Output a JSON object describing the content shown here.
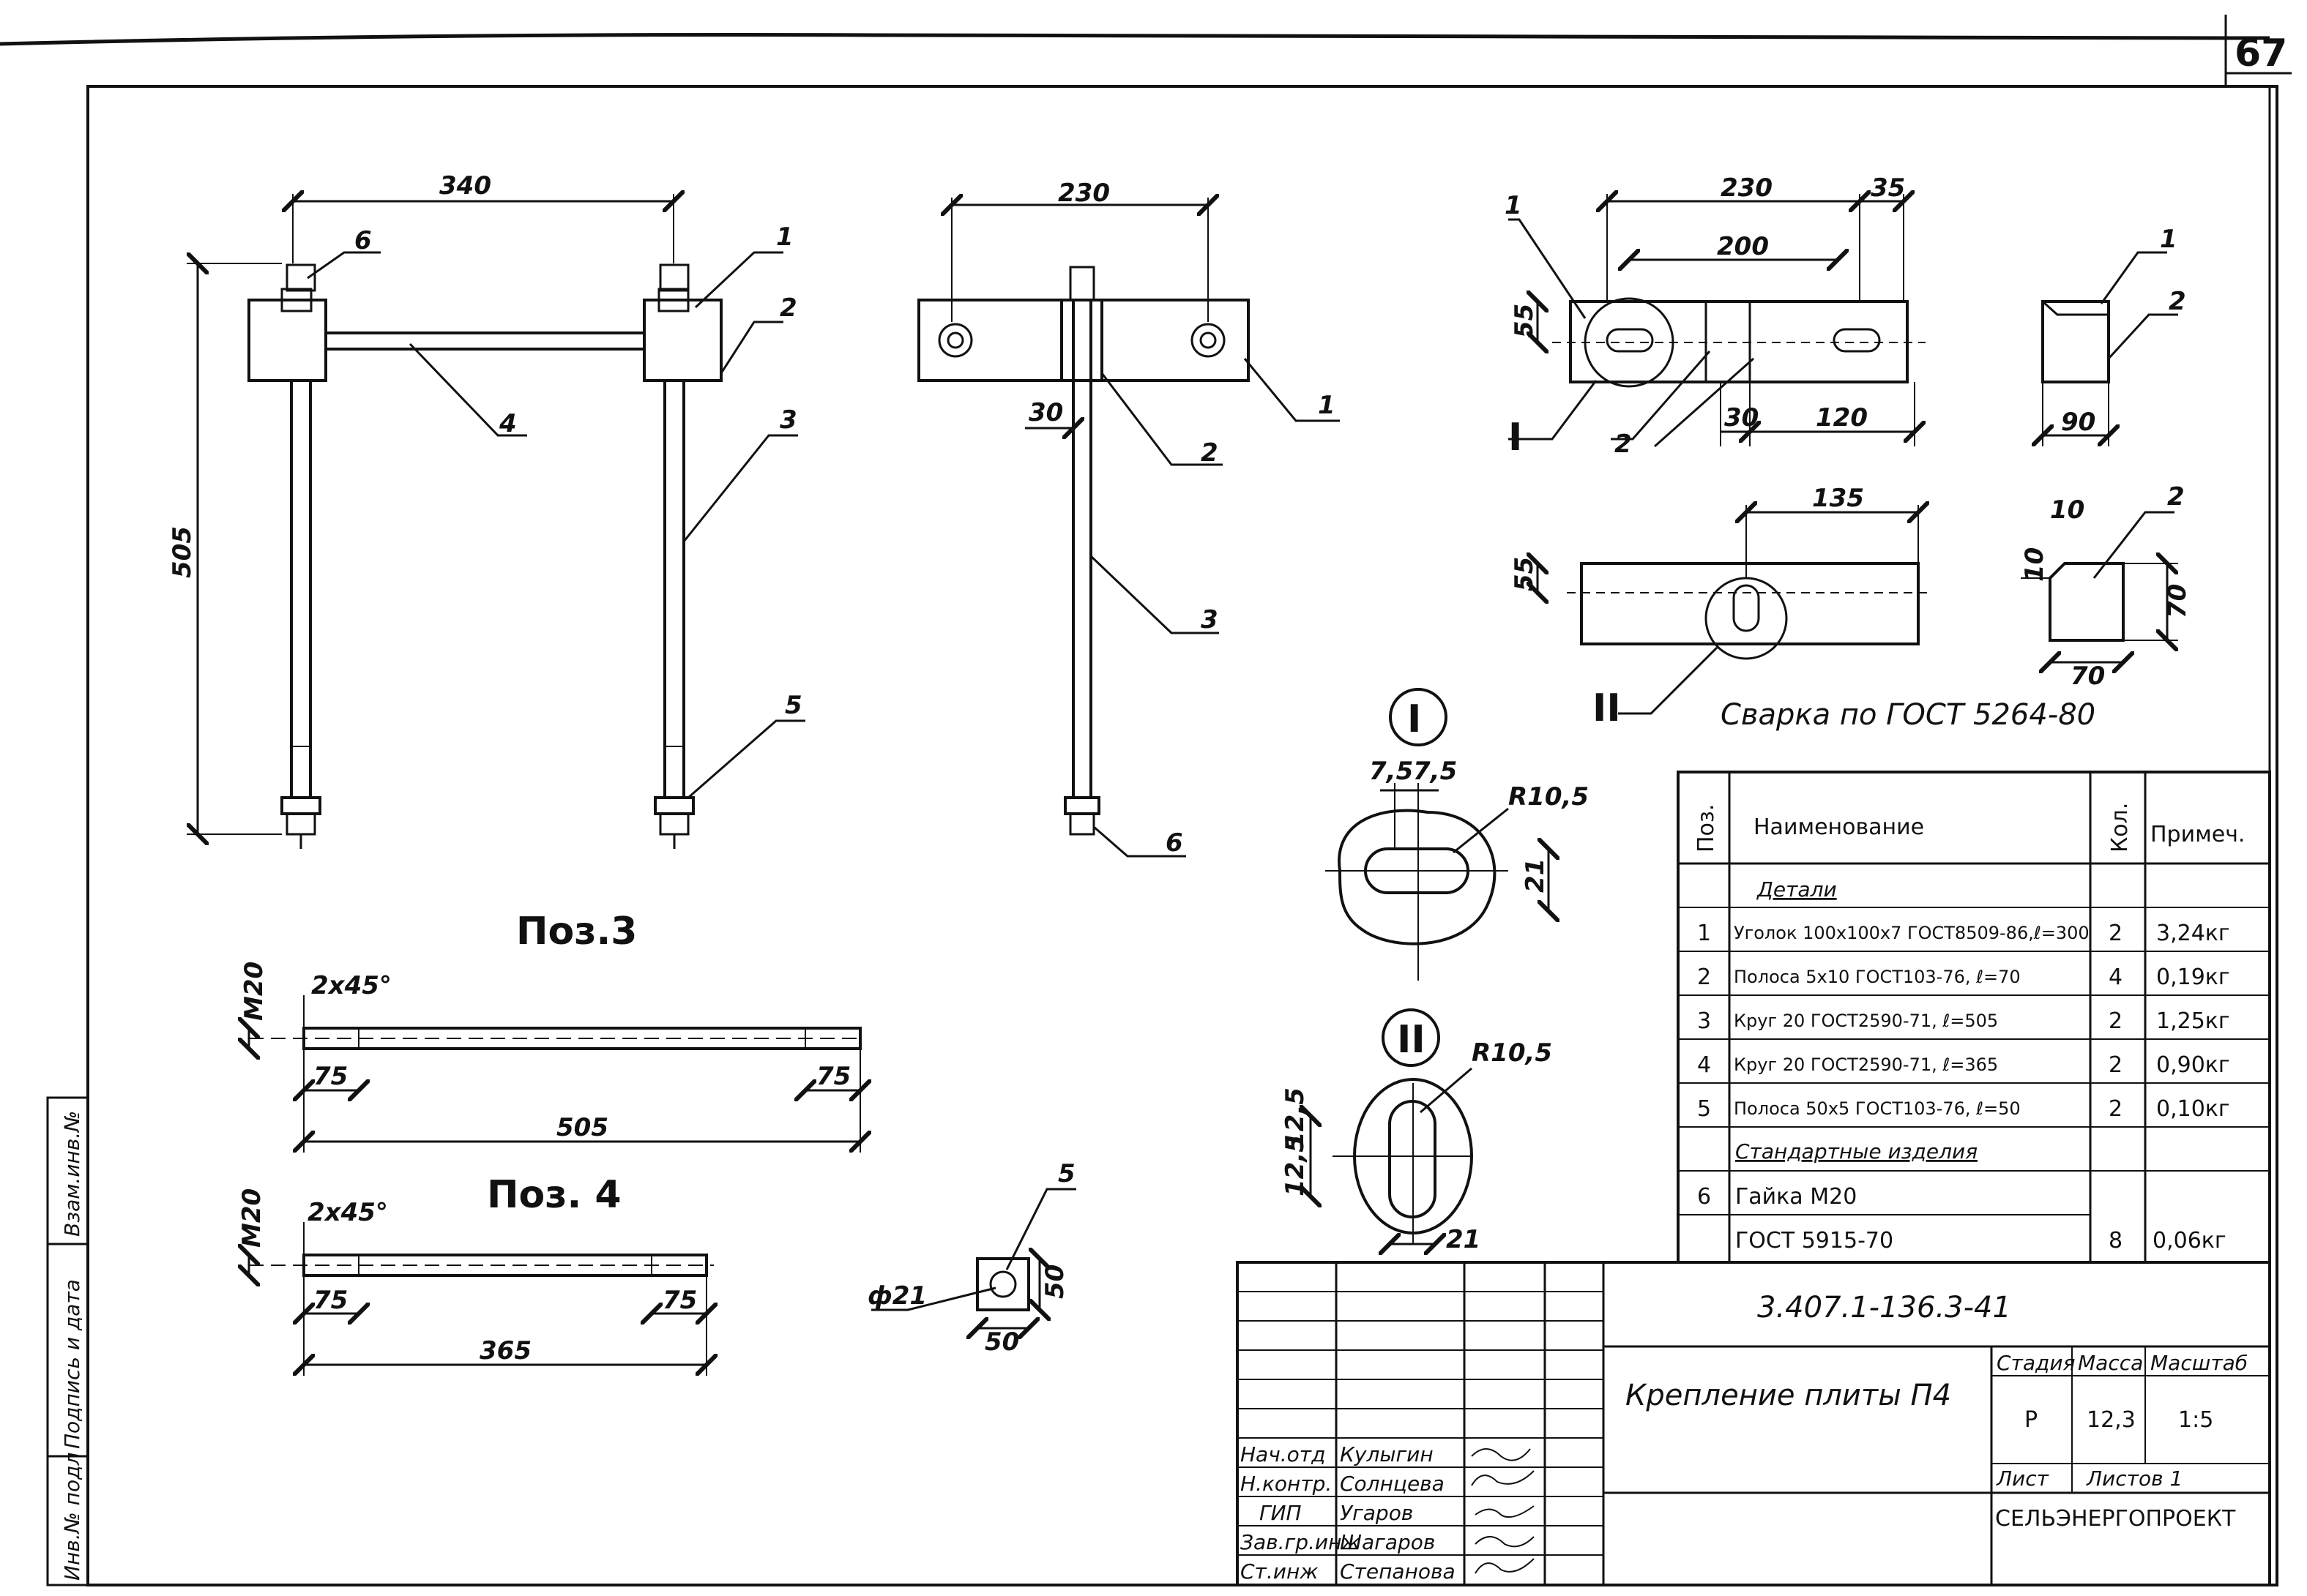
{
  "sheet_number": "67",
  "side_stamp": {
    "inv_orig": "Инв.№ подл",
    "sign_date": "Подпись и дата",
    "inv_replaced": "Взам.инв.№"
  },
  "frame_view": {
    "dim_340": "340",
    "dim_505": "505",
    "callouts": [
      "6",
      "1",
      "2",
      "3",
      "4",
      "5"
    ]
  },
  "side_view": {
    "dim_230": "230",
    "dim_30": "30",
    "callouts": [
      "1",
      "2",
      "3",
      "6"
    ]
  },
  "angle_plan": {
    "dim_230": "230",
    "dim_35": "35",
    "dim_200": "200",
    "dim_55": "55",
    "dim_30": "30",
    "dim_120": "120",
    "callouts": [
      "1",
      "2"
    ],
    "node": "I"
  },
  "angle_section": {
    "dim_90": "90",
    "callouts": [
      "1",
      "2"
    ]
  },
  "angle_bottom": {
    "dim_135": "135",
    "dim_55": "55",
    "node": "II",
    "weld_note": "Сварка по ГОСТ 5264-80"
  },
  "plate_detail": {
    "dim_10a": "10",
    "dim_10b": "10",
    "dim_70a": "70",
    "dim_70b": "70",
    "callout": "2"
  },
  "node_I": {
    "label": "I",
    "dim_75a": "7,5",
    "dim_75b": "7,5",
    "radius": "R10,5",
    "dim_21": "21"
  },
  "node_II": {
    "label": "II",
    "radius": "R10,5",
    "dim_125a": "12,5",
    "dim_125b": "12,5",
    "dim_21": "21"
  },
  "pos3": {
    "title": "Поз.3",
    "thread": "M20",
    "chamfer": "2x45°",
    "dim_75a": "75",
    "dim_75b": "75",
    "length": "505"
  },
  "pos4": {
    "title": "Поз. 4",
    "thread": "M20",
    "chamfer": "2x45°",
    "dim_75a": "75",
    "dim_75b": "75",
    "length": "365"
  },
  "pos5": {
    "callout": "5",
    "hole": "ф21",
    "dim_50a": "50",
    "dim_50b": "50"
  },
  "spec_table": {
    "headers": {
      "pos": "Поз.",
      "name": "Наименование",
      "qty": "Кол.",
      "note": "Примеч."
    },
    "section_details": "Детали",
    "rows": [
      {
        "pos": "1",
        "name": "Уголок 100х100х7 ГОСТ8509-86,ℓ=300",
        "qty": "2",
        "note": "3,24кг"
      },
      {
        "pos": "2",
        "name": "Полоса 5х10 ГОСТ103-76, ℓ=70",
        "qty": "4",
        "note": "0,19кг"
      },
      {
        "pos": "3",
        "name": "Круг 20 ГОСТ2590-71, ℓ=505",
        "qty": "2",
        "note": "1,25кг"
      },
      {
        "pos": "4",
        "name": "Круг 20 ГОСТ2590-71, ℓ=365",
        "qty": "2",
        "note": "0,90кг"
      },
      {
        "pos": "5",
        "name": "Полоса 50х5 ГОСТ103-76, ℓ=50",
        "qty": "2",
        "note": "0,10кг"
      }
    ],
    "section_standard": "Стандартные изделия",
    "std_pos": "6",
    "std_name1": "Гайка М20",
    "std_name2": "ГОСТ 5915-70",
    "std_qty": "8",
    "std_note": "0,06кг"
  },
  "title_block": {
    "doc_code": "3.407.1-136.3-41",
    "title": "Крепление плиты П4",
    "stage_h": "Стадия",
    "mass_h": "Масса",
    "scale_h": "Масштаб",
    "stage": "Р",
    "mass": "12,3",
    "scale": "1:5",
    "sheet_h": "Лист",
    "sheets_h": "Листов 1",
    "org": "СЕЛЬЭНЕРГОПРОЕКТ",
    "people": [
      {
        "role": "Нач.отд",
        "name": "Кулыгин"
      },
      {
        "role": "Н.контр.",
        "name": "Солнцева"
      },
      {
        "role": "ГИП",
        "name": "Угаров"
      },
      {
        "role": "Зав.гр.инж",
        "name": "Шагаров"
      },
      {
        "role": "Ст.инж",
        "name": "Степанова"
      }
    ]
  }
}
